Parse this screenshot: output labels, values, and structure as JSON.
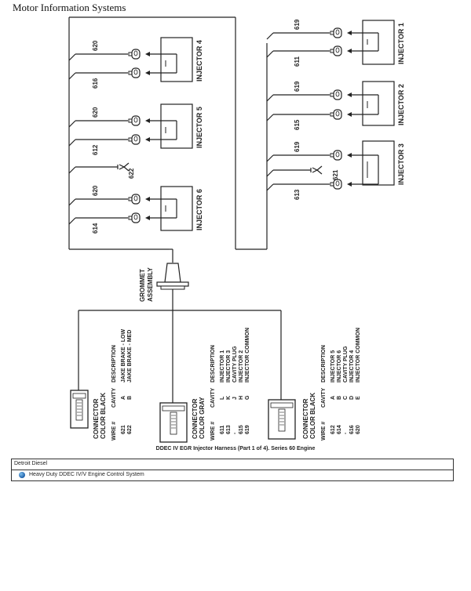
{
  "header": {
    "title": "Motor Information Systems"
  },
  "diagram": {
    "caption": "DDEC IV EGR Injector Harness (Part 1 of 4). Series 60 Engine",
    "grommet_label": [
      "GROMMET",
      "ASSEMBLY"
    ],
    "injectors": [
      {
        "label": "INJECTOR 1",
        "wires": [
          "619",
          "611"
        ]
      },
      {
        "label": "INJECTOR 2",
        "wires": [
          "619",
          "615"
        ]
      },
      {
        "label": "INJECTOR 3",
        "wires": [
          "619",
          "613"
        ]
      },
      {
        "label": "INJECTOR 4",
        "wires": [
          "620",
          "616"
        ]
      },
      {
        "label": "INJECTOR 5",
        "wires": [
          "620",
          "612"
        ]
      },
      {
        "label": "INJECTOR 6",
        "wires": [
          "620",
          "614"
        ]
      }
    ],
    "jake_brake_wires": [
      "621",
      "622"
    ],
    "table_headers": {
      "wire": "WIRE #",
      "cavity": "CAVITY",
      "description": "DESCRIPTION"
    },
    "connectors": [
      {
        "title": [
          "CONNECTOR",
          "COLOR BLACK"
        ],
        "rows": [
          {
            "wire": "621",
            "cavity": "A",
            "description": "JAKE BRAKE - LOW"
          },
          {
            "wire": "622",
            "cavity": "B",
            "description": "JAKE BRAKE - MED"
          }
        ]
      },
      {
        "title": [
          "CONNECTOR",
          "COLOR GRAY"
        ],
        "rows": [
          {
            "wire": "611",
            "cavity": "L",
            "description": "INJECTOR 1"
          },
          {
            "wire": "613",
            "cavity": "K",
            "description": "INJECTOR 3"
          },
          {
            "wire": "-",
            "cavity": "J",
            "description": "CAVITY PLUG"
          },
          {
            "wire": "615",
            "cavity": "H",
            "description": "INJECTOR 2"
          },
          {
            "wire": "619",
            "cavity": "G",
            "description": "INJECTOR COMMON"
          }
        ]
      },
      {
        "title": [
          "CONNECTOR",
          "COLOR BLACK"
        ],
        "rows": [
          {
            "wire": "612",
            "cavity": "A",
            "description": "INJECTOR 5"
          },
          {
            "wire": "614",
            "cavity": "B",
            "description": "INJECTOR 6"
          },
          {
            "wire": "-",
            "cavity": "C",
            "description": "CAVITY PLUG"
          },
          {
            "wire": "616",
            "cavity": "D",
            "description": "INJECTOR 4"
          },
          {
            "wire": "620",
            "cavity": "E",
            "description": "INJECTOR COMMON"
          }
        ]
      }
    ]
  },
  "footer": {
    "manufacturer": "Detroit Diesel",
    "system_link": "Heavy Duty DDEC IV/V Engine Control System",
    "bullet_color": "#1f5fa8"
  }
}
